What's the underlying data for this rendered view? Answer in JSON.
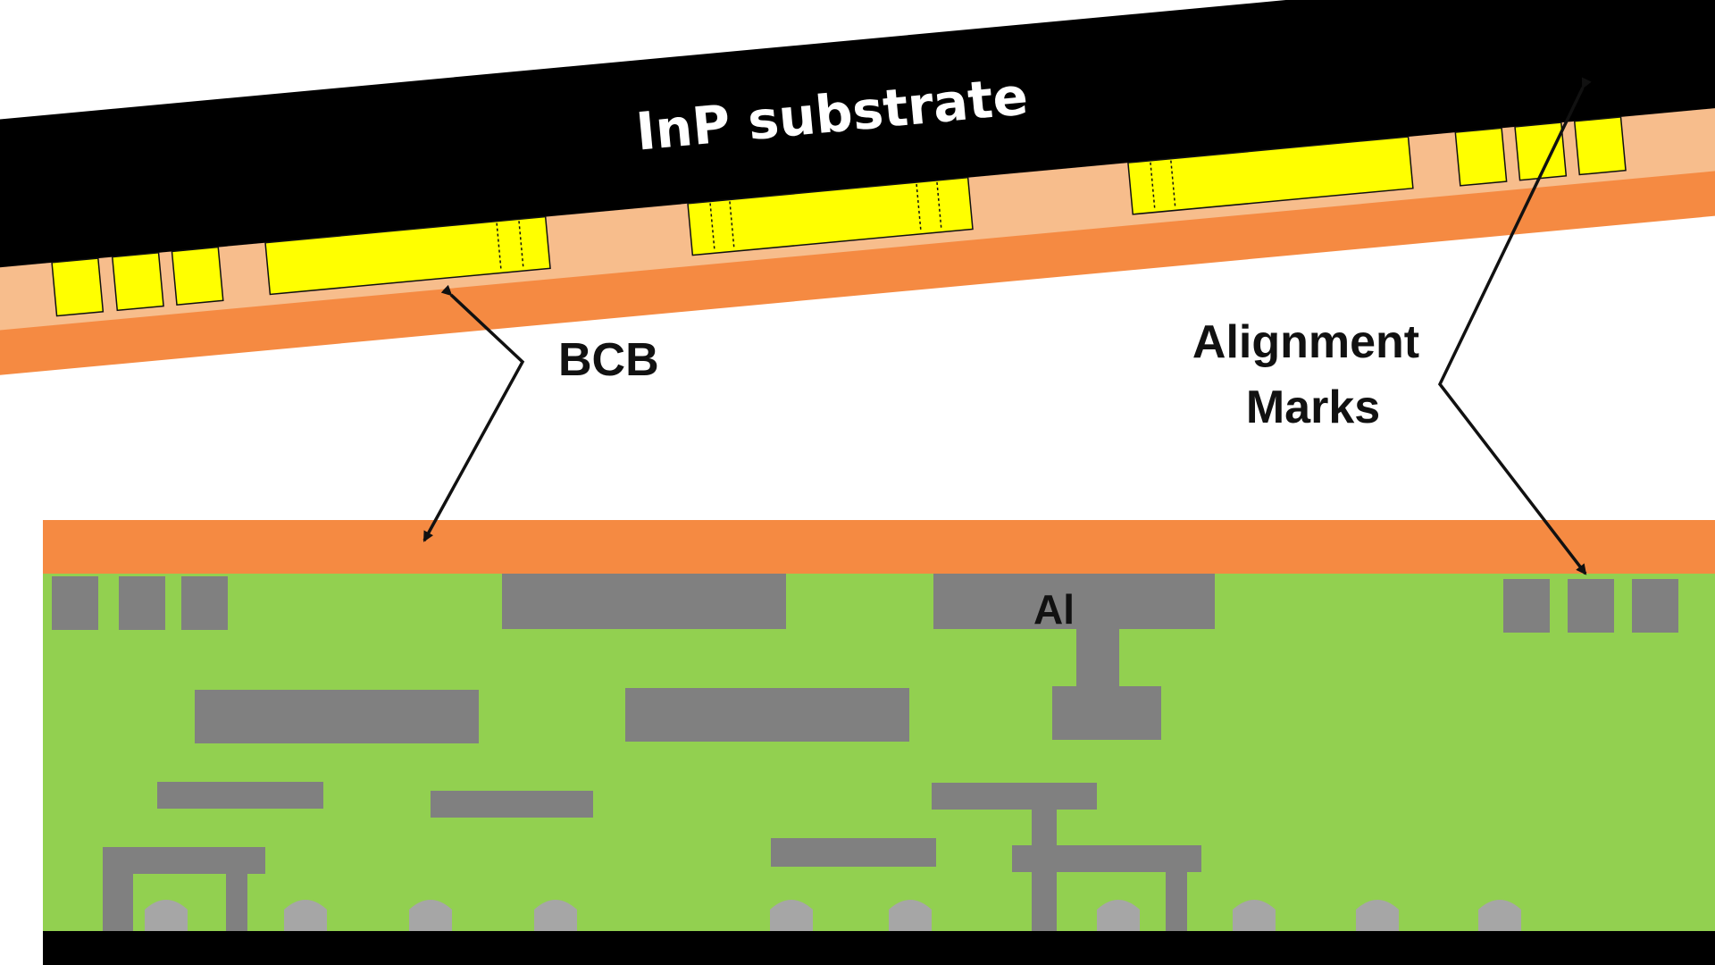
{
  "labels": {
    "inp_substrate": "InP substrate",
    "bcb": "BCB",
    "alignment_line1": "Alignment",
    "alignment_line2": "Marks",
    "al": "Al"
  },
  "colors": {
    "substrate": "#000000",
    "bcb_light": "#f7bd8c",
    "bcb_orange": "#f58a42",
    "metal_pad": "#ffff00",
    "dielectric_green": "#92d050",
    "metal_gray": "#808080",
    "bump_gray": "#a6a6a6",
    "background": "#ffffff"
  }
}
